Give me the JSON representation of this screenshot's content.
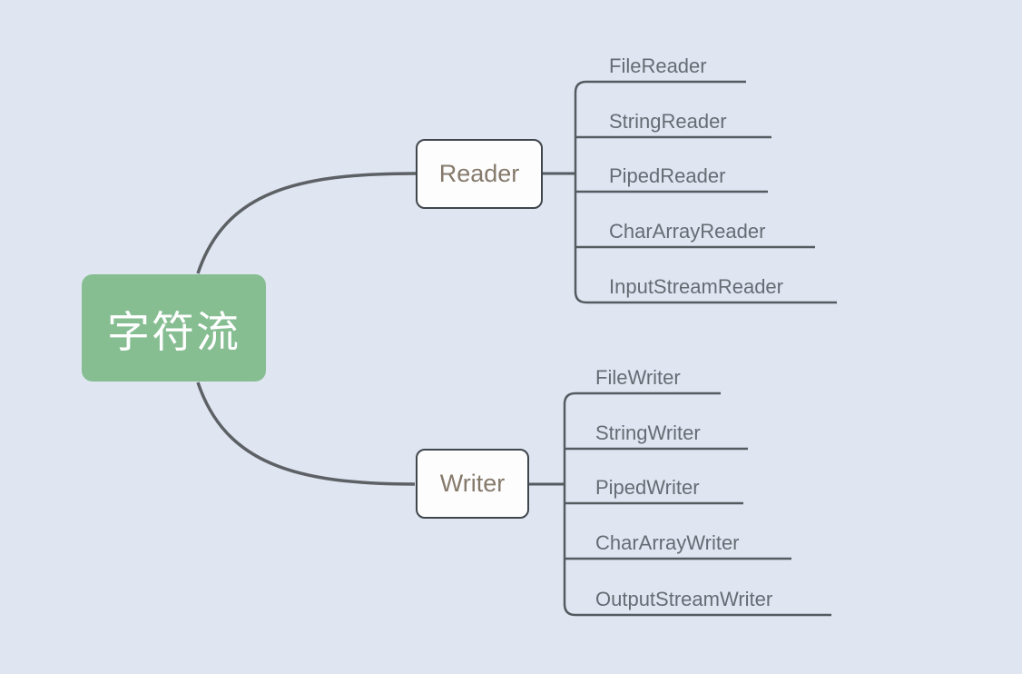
{
  "canvas": {
    "background_color": "#dfe6f2"
  },
  "mindmap": {
    "root": {
      "label": "字符流",
      "fill_color": "#86be92",
      "text_color": "#ffffff"
    },
    "branches": [
      {
        "label": "Reader",
        "children": [
          "FileReader",
          "StringReader",
          "PipedReader",
          "CharArrayReader",
          "InputStreamReader"
        ]
      },
      {
        "label": "Writer",
        "children": [
          "FileWriter",
          "StringWriter",
          "PipedWriter",
          "CharArrayWriter",
          "OutputStreamWriter"
        ]
      }
    ],
    "colors": {
      "edge_color": "#5d6165",
      "spine_color": "#565b60",
      "branch_border_color": "#3f464c",
      "branch_text_color": "#85796a",
      "leaf_text_color": "#666c73"
    }
  }
}
